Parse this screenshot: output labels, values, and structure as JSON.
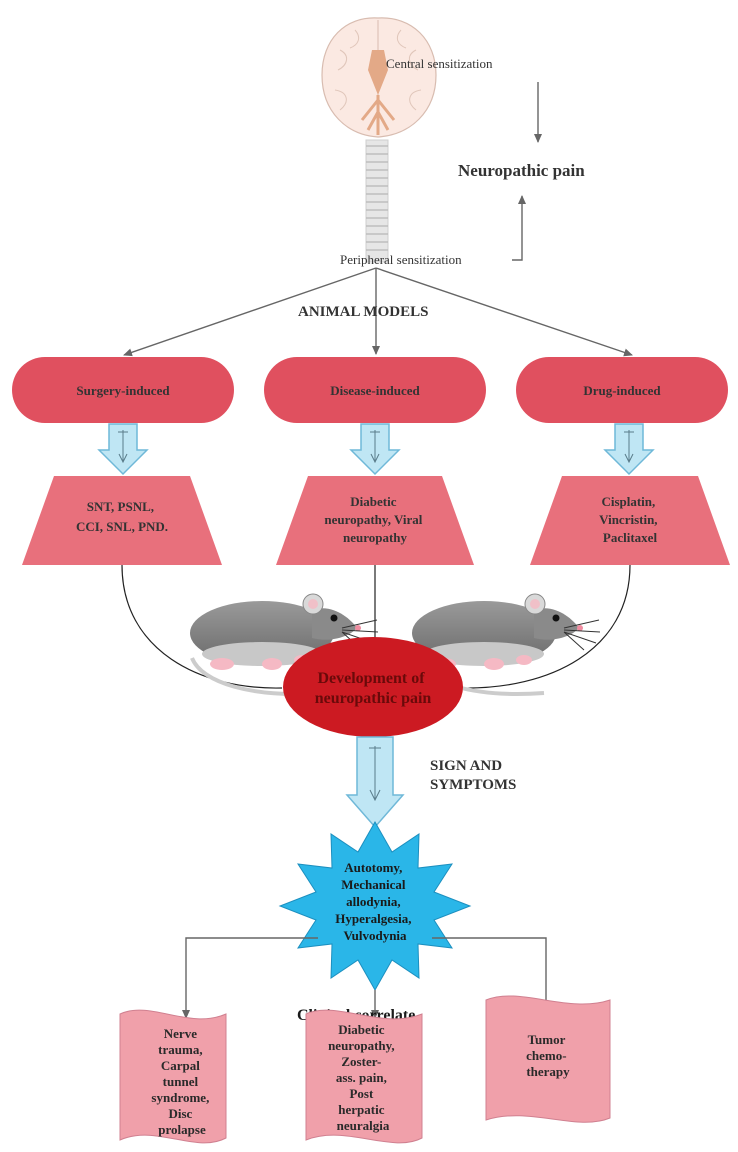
{
  "top": {
    "central_label": "Central sensitization",
    "neuropathic_label": "Neuropathic pain",
    "peripheral_label": "Peripheral sensitization",
    "animal_models_label": "ANIMAL MODELS"
  },
  "models": [
    {
      "title": "Surgery-induced",
      "examples": [
        "SNT, PSNL,",
        "CCI, SNL, PND."
      ]
    },
    {
      "title": "Disease-induced",
      "examples": [
        "Diabetic",
        "neuropathy, Viral",
        "neuropathy"
      ]
    },
    {
      "title": "Drug-induced",
      "examples": [
        "Cisplatin,",
        "Vincristin,",
        "Paclitaxel"
      ]
    }
  ],
  "development": {
    "lines": [
      "Development of",
      "neuropathic pain"
    ]
  },
  "signs_label": [
    "SIGN AND",
    "SYMPTOMS"
  ],
  "symptoms": [
    "Autotomy,",
    "Mechanical",
    "allodynia,",
    "Hyperalgesia,",
    "Vulvodynia"
  ],
  "clinical_label": "Clinical correlate",
  "clinical": [
    {
      "lines": [
        "Nerve",
        "trauma,",
        "Carpal",
        "tunnel",
        "syndrome,",
        "Disc",
        "prolapse"
      ]
    },
    {
      "lines": [
        "Diabetic",
        "neuropathy,",
        "Zoster-",
        "ass. pain,",
        "Post",
        "herpatic",
        "neuralgia"
      ]
    },
    {
      "lines": [
        "Tumor",
        "chemo-",
        "therapy"
      ]
    }
  ],
  "icons": [
    "brain-icon",
    "spinal-cord-icon",
    "rat-icon",
    "down-arrow-icon",
    "starburst-icon"
  ],
  "colors": {
    "pill_fill": "#e0505f",
    "trapezoid_fill": "#e8707c",
    "development_fill": "#cc1a22",
    "arrow_fill": "#bfe6f4",
    "arrow_stroke": "#6fb8d8",
    "starburst_fill": "#2ab6e8",
    "clinical_fill": "#f0a0aa",
    "line_color": "#666666"
  }
}
